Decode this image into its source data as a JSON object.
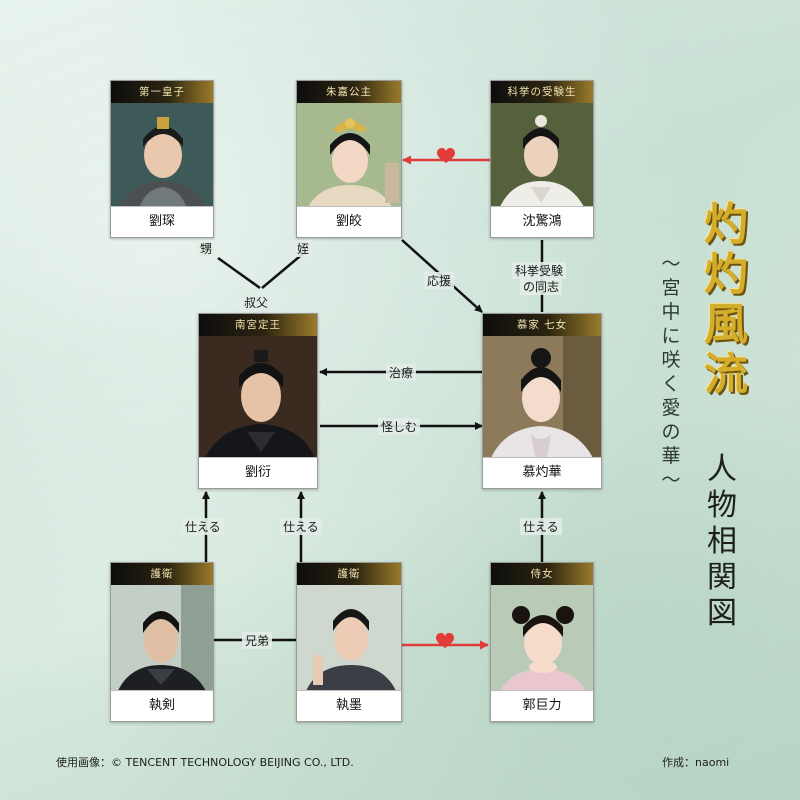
{
  "title": {
    "main": [
      "灼",
      "灼",
      "風",
      "流"
    ],
    "subtitle": [
      "〜",
      "宮",
      "中",
      "に",
      "咲",
      "く",
      "愛",
      "の",
      "華",
      "〜"
    ],
    "chart_label": [
      "人",
      "物",
      "相",
      "関",
      "図"
    ]
  },
  "characters": {
    "liu_chen": {
      "role": "第一皇子",
      "name": "劉琛"
    },
    "liu_jiao": {
      "role": "朱嘉公主",
      "name": "劉皎"
    },
    "shen_jinghong": {
      "role": "科挙の受験生",
      "name": "沈驚鴻"
    },
    "liu_yan": {
      "role": "南宮定王",
      "name": "劉衍"
    },
    "mu_zhuohua": {
      "role": "慕家 七女",
      "name": "慕灼華"
    },
    "zhijian": {
      "role": "護衛",
      "name": "執剣"
    },
    "zhimo": {
      "role": "護衛",
      "name": "執墨"
    },
    "guo_juli": {
      "role": "侍女",
      "name": "郭巨力"
    }
  },
  "relations": {
    "nephew_m": "甥",
    "niece_f": "姪",
    "uncle": "叔父",
    "support": "応援",
    "exam_mates": [
      "科挙受験",
      "の同志"
    ],
    "treat": "治療",
    "suspect": "怪しむ",
    "serve_left": "仕える",
    "serve_mid": "仕える",
    "serve_right": "仕える",
    "brothers": "兄弟"
  },
  "footer": {
    "credit": "使用画像：© TENCENT TECHNOLOGY BEIJING CO., LTD.",
    "author": "作成：naomi"
  },
  "colors": {
    "gold": "#d4ad2b",
    "heart": "#e23b3b",
    "line": "#111111"
  }
}
